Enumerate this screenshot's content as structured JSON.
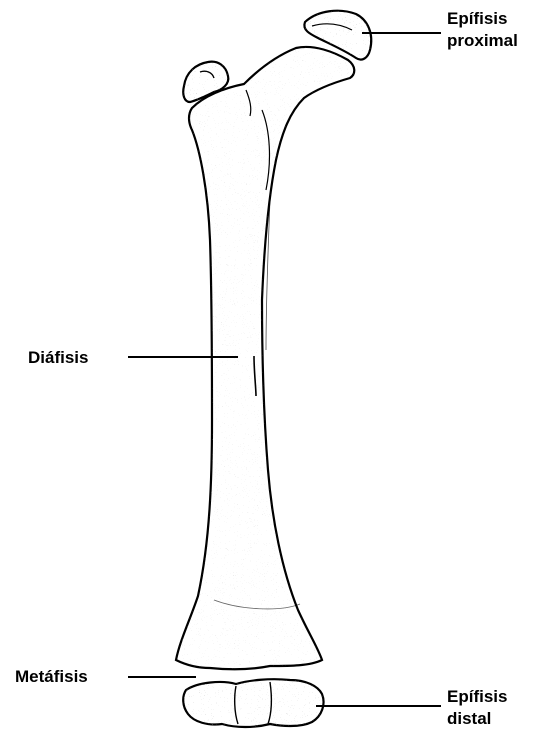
{
  "labels": {
    "epifisis_proximal_line1": "Epífisis",
    "epifisis_proximal_line2": "proximal",
    "diafisis": "Diáfisis",
    "metafisis": "Metáfisis",
    "epifisis_distal_line1": "Epífisis",
    "epifisis_distal_line2": "distal"
  },
  "colors": {
    "ink": "#000000",
    "paper": "#ffffff",
    "bone_fill": "#ffffff"
  }
}
